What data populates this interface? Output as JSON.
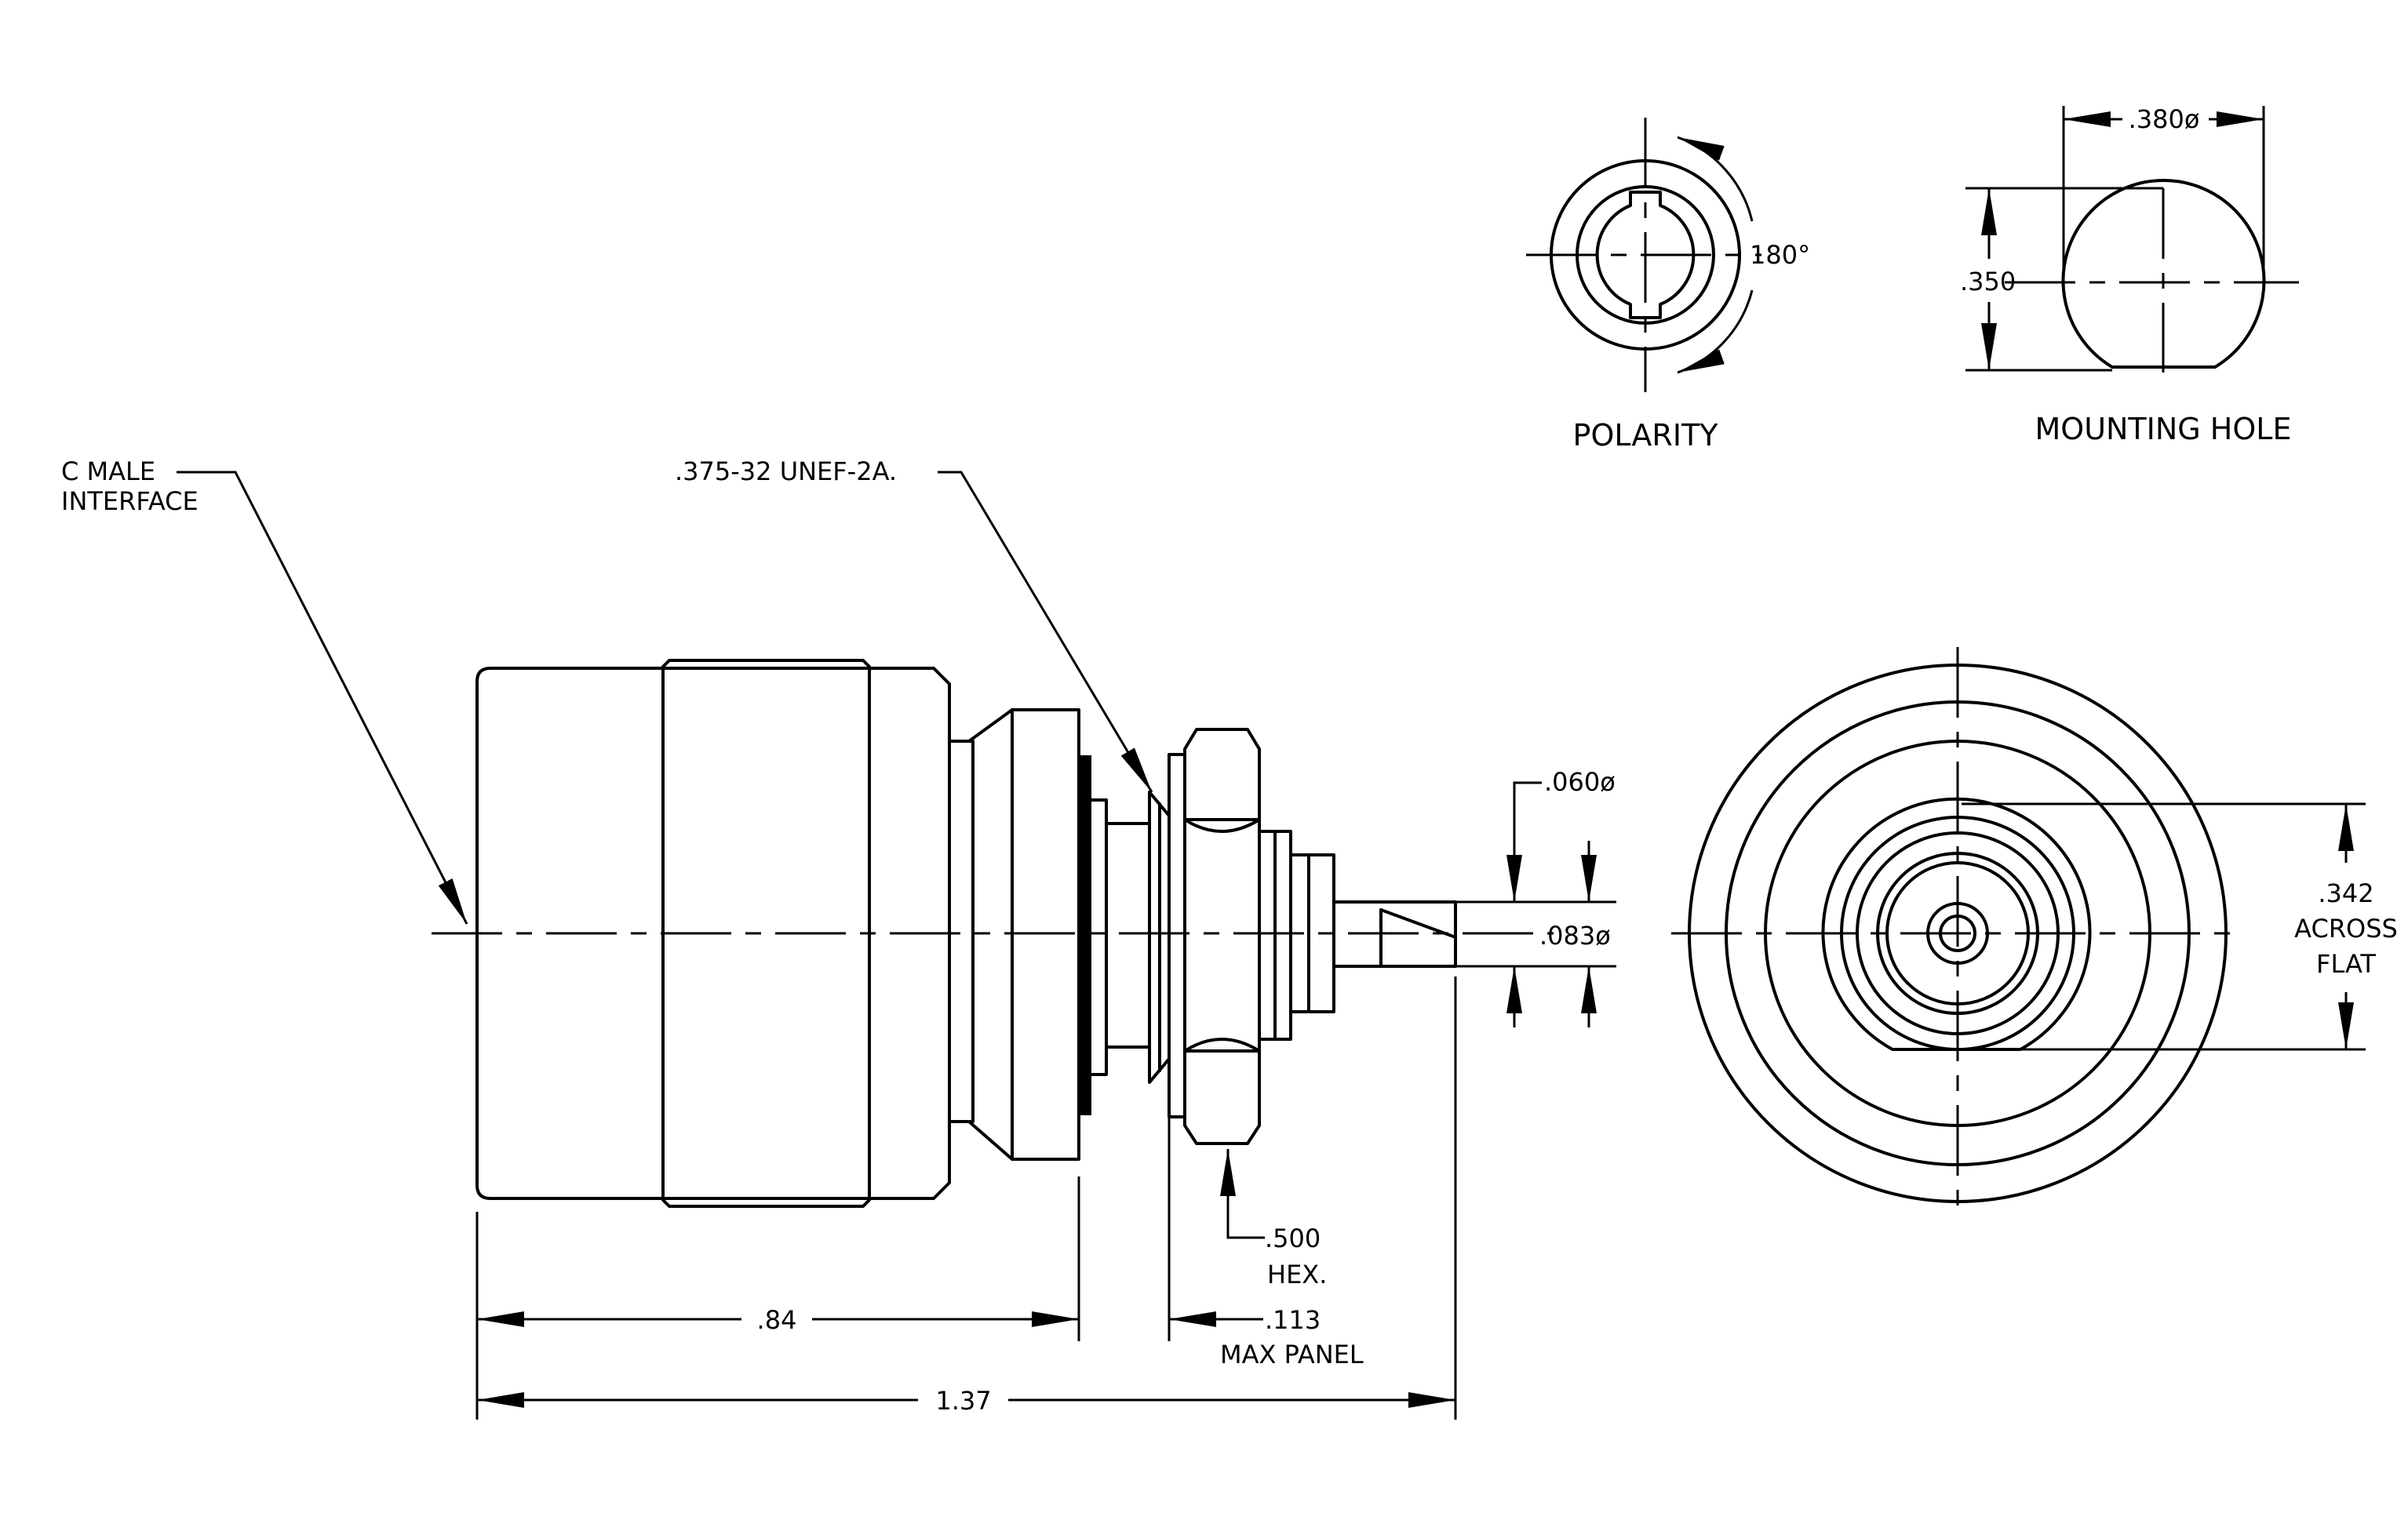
{
  "labels": {
    "c_male_line1": "C MALE",
    "c_male_line2": "INTERFACE",
    "thread": ".375-32 UNEF-2A.",
    "pin_dia": ".060ø",
    "body_dia": ".083ø",
    "hex_val": ".500",
    "hex_txt": "HEX.",
    "panel_val": ".113",
    "panel_txt": "MAX PANEL",
    "len_84": ".84",
    "len_137": "1.37",
    "across_val": ".342",
    "across_txt1": "ACROSS",
    "across_txt2": "FLAT",
    "angle": "180°",
    "polarity": "POLARITY",
    "hole_w": ".380ø",
    "hole_h": ".350",
    "mounting_hole": "MOUNTING HOLE"
  }
}
